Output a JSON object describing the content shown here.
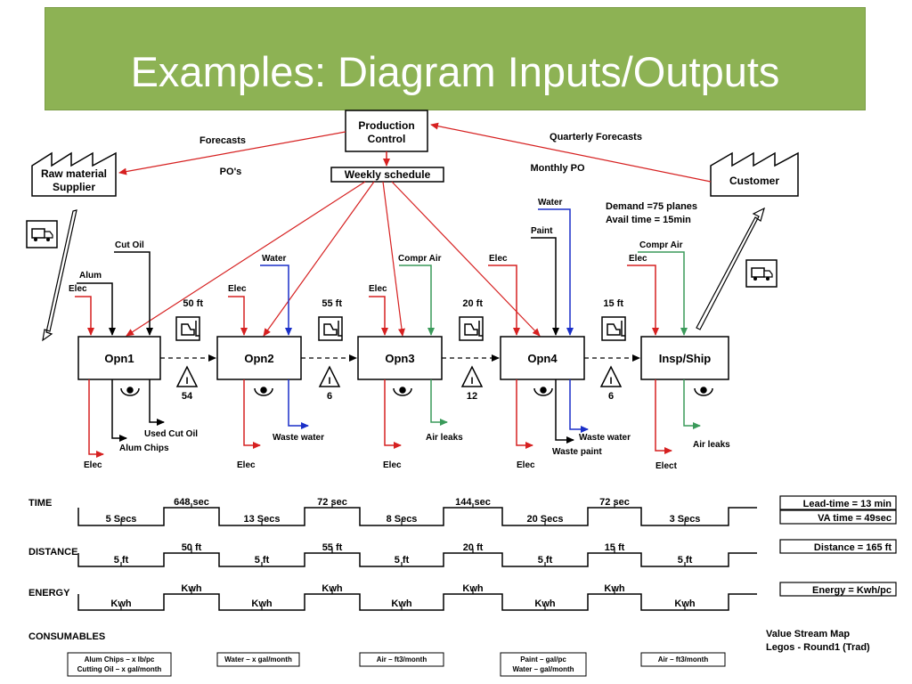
{
  "header": {
    "title": "Examples:  Diagram Inputs/Outputs"
  },
  "colors": {
    "banner": "#8db254",
    "elec": "#d62020",
    "water": "#1a2fc8",
    "air": "#3a9a5a",
    "oil": "#000000",
    "info": "#d62020"
  },
  "nodes": {
    "production_control": [
      "Production",
      "Control"
    ],
    "weekly_schedule": "Weekly schedule",
    "supplier": [
      "Raw material",
      "Supplier"
    ],
    "customer": "Customer",
    "demand": [
      "Demand =75 planes",
      "Avail time = 15min"
    ]
  },
  "info_flows": {
    "forecasts": "Forecasts",
    "pos": "PO's",
    "quarterly": "Quarterly Forecasts",
    "monthly": "Monthly PO"
  },
  "processes": [
    {
      "name": "Opn1",
      "inputs": [
        "Elec",
        "Alum",
        "Cut Oil"
      ],
      "outputs": [
        "Elec",
        "Alum Chips",
        "Used Cut Oil"
      ]
    },
    {
      "name": "Opn2",
      "inputs": [
        "Elec",
        "Water"
      ],
      "outputs": [
        "Elec",
        "Waste water"
      ]
    },
    {
      "name": "Opn3",
      "inputs": [
        "Elec",
        "Compr Air"
      ],
      "outputs": [
        "Elec",
        "Air leaks"
      ]
    },
    {
      "name": "Opn4",
      "inputs": [
        "Elec",
        "Paint",
        "Water"
      ],
      "outputs": [
        "Elec",
        "Waste water",
        "Waste paint"
      ]
    },
    {
      "name": "Insp/Ship",
      "inputs": [
        "Elec",
        "Compr Air"
      ],
      "outputs": [
        "Elect",
        "Air leaks"
      ]
    }
  ],
  "inventory": [
    {
      "qty": "54",
      "dist": "50 ft"
    },
    {
      "qty": "6",
      "dist": "55 ft"
    },
    {
      "qty": "12",
      "dist": "20 ft"
    },
    {
      "qty": "6",
      "dist": "15 ft"
    }
  ],
  "inventory_symbol": "I",
  "timeline": {
    "time": {
      "label": "TIME",
      "low": [
        "5 Secs",
        "13 Secs",
        "8 Secs",
        "20 Secs",
        "3 Secs"
      ],
      "high": [
        "648 sec",
        "72 sec",
        "144 sec",
        "72 sec"
      ],
      "summary": [
        "Lead-time = 13 min",
        "VA time = 49sec"
      ]
    },
    "distance": {
      "label": "DISTANCE",
      "low": [
        "5 ft",
        "5 ft",
        "5 ft",
        "5 ft",
        "5 ft"
      ],
      "high": [
        "50 ft",
        "55 ft",
        "20 ft",
        "15 ft"
      ],
      "summary": [
        "Distance = 165 ft"
      ]
    },
    "energy": {
      "label": "ENERGY",
      "low": [
        "Kwh",
        "Kwh",
        "Kwh",
        "Kwh",
        "Kwh"
      ],
      "high": [
        "Kwh",
        "Kwh",
        "Kwh",
        "Kwh"
      ],
      "summary": [
        "Energy =  Kwh/pc"
      ]
    }
  },
  "consumables": {
    "label": "CONSUMABLES",
    "boxes": [
      [
        "Alum Chips – x lb/pc",
        "Cutting Oil – x gal/month"
      ],
      [
        "Water – x gal/month"
      ],
      [
        "Air – ft3/month"
      ],
      [
        "Paint – gal/pc",
        "Water – gal/month"
      ],
      [
        "Air – ft3/month"
      ]
    ]
  },
  "footer": [
    "Value Stream Map",
    "Legos  - Round1 (Trad)"
  ]
}
